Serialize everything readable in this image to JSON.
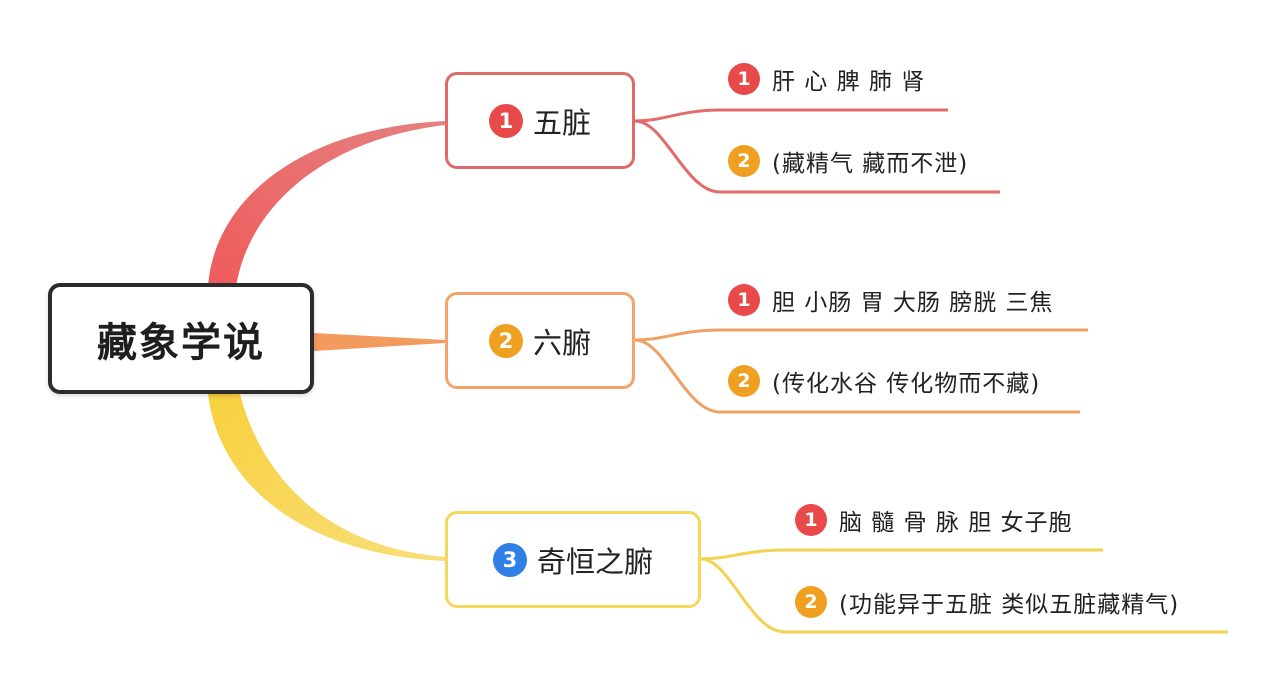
{
  "root": {
    "label": "藏象学说"
  },
  "branches": [
    {
      "number": "1",
      "label": "五脏",
      "color": "#df6a6a",
      "badge_color": "#e84a4a",
      "leaves": [
        {
          "number": "1",
          "text": "肝 心 脾 肺 肾",
          "badge_color": "#e84a4a"
        },
        {
          "number": "2",
          "text": "(藏精气 藏而不泄)",
          "badge_color": "#f0a020"
        }
      ]
    },
    {
      "number": "2",
      "label": "六腑",
      "color": "#f2a46c",
      "badge_color": "#f0a020",
      "leaves": [
        {
          "number": "1",
          "text": "胆 小肠 胃 大肠 膀胱 三焦",
          "badge_color": "#e84a4a"
        },
        {
          "number": "2",
          "text": "(传化水谷 传化物而不藏)",
          "badge_color": "#f0a020"
        }
      ]
    },
    {
      "number": "3",
      "label": "奇恒之腑",
      "color": "#f5d75e",
      "badge_color": "#2f7fe6",
      "leaves": [
        {
          "number": "1",
          "text": "脑 髓 骨 脉 胆 女子胞",
          "badge_color": "#e84a4a"
        },
        {
          "number": "2",
          "text": "(功能异于五脏 类似五脏藏精气)",
          "badge_color": "#f0a020"
        }
      ]
    }
  ]
}
